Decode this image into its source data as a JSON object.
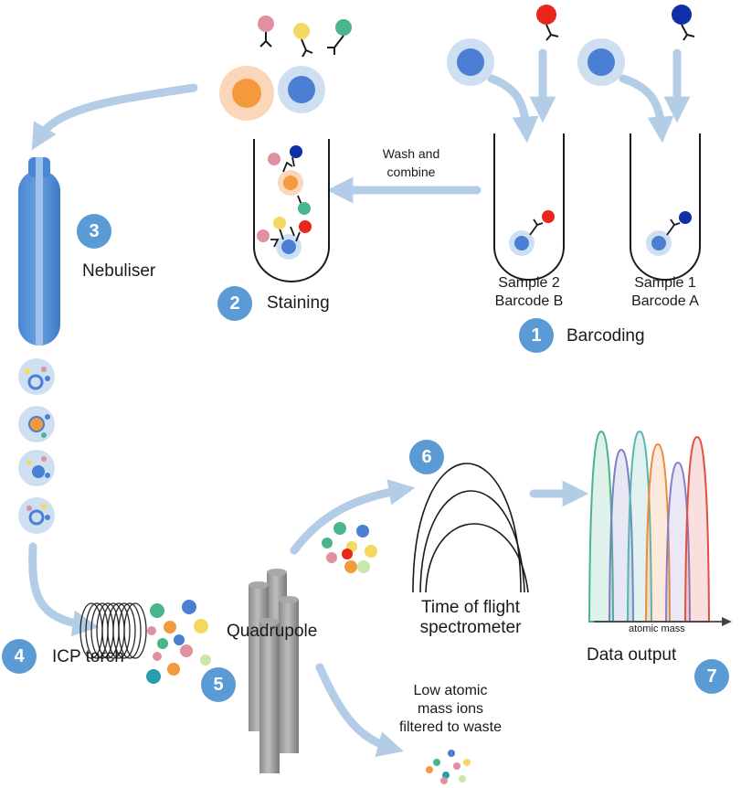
{
  "steps": [
    {
      "number": "1",
      "label": "Barcoding"
    },
    {
      "number": "2",
      "label": "Staining"
    },
    {
      "number": "3",
      "label": "Nebuliser"
    },
    {
      "number": "4",
      "label": "ICP torch"
    },
    {
      "number": "5",
      "label": "Quadrupole"
    },
    {
      "number": "6",
      "label_line1": "Time of flight",
      "label_line2": "spectrometer"
    },
    {
      "number": "7",
      "label": "Data output"
    }
  ],
  "samples": [
    {
      "line1": "Sample 2",
      "line2": "Barcode B"
    },
    {
      "line1": "Sample 1",
      "line2": "Barcode A"
    }
  ],
  "wash": {
    "line1": "Wash and",
    "line2": "combine"
  },
  "waste": {
    "line1": "Low atomic",
    "line2": "mass ions",
    "line3": "filtered to waste"
  },
  "axis": {
    "label": "atomic mass"
  },
  "colors": {
    "badge": "#5b9bd5",
    "arrow": "#b4cde6",
    "cell_blue": "#4a7fd4",
    "cell_orange": "#f39a3c",
    "pink": "#e0909f",
    "yellow": "#f5d862",
    "green": "#4ab58a",
    "red": "#e8261a",
    "navy": "#0d2fa8",
    "teal": "#2a9dad"
  },
  "peak_colors": [
    "#4ab58a",
    "#7b7fc4",
    "#57b6b0",
    "#f08a3c",
    "#8a7fc4",
    "#e05040"
  ]
}
